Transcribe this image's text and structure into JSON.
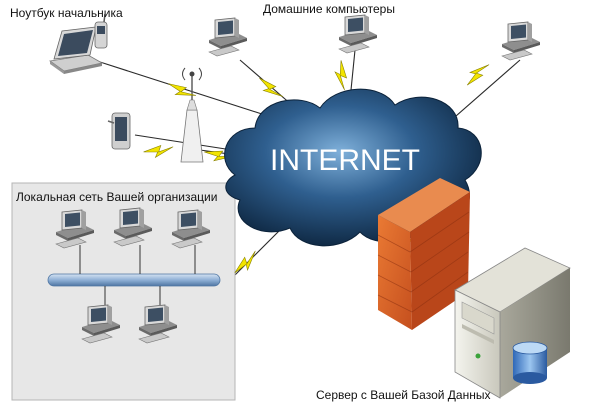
{
  "labels": {
    "boss_laptop": "Ноутбук начальника",
    "home_computers": "Домашние компьютеры",
    "lan": "Локальная сеть  Вашей организации",
    "server": "Сервер с Вашей Базой Данных",
    "internet": "INTERNET"
  },
  "colors": {
    "cloud_dark": "#0e2a47",
    "cloud_mid": "#2f5f8f",
    "cloud_light": "#6f9fc9",
    "lightning": "#f2e400",
    "firewall": "#d8652a",
    "lan_box": "#e7e7e7",
    "bus": "#8fb0d6"
  },
  "icons": {
    "laptop": "laptop-icon",
    "phone": "mobile-phone-icon",
    "pda": "pda-icon",
    "antenna": "wireless-antenna-icon",
    "desktop": "desktop-computer-icon",
    "firewall": "firewall-icon",
    "server": "server-icon",
    "database": "database-icon",
    "cloud": "internet-cloud-icon"
  }
}
